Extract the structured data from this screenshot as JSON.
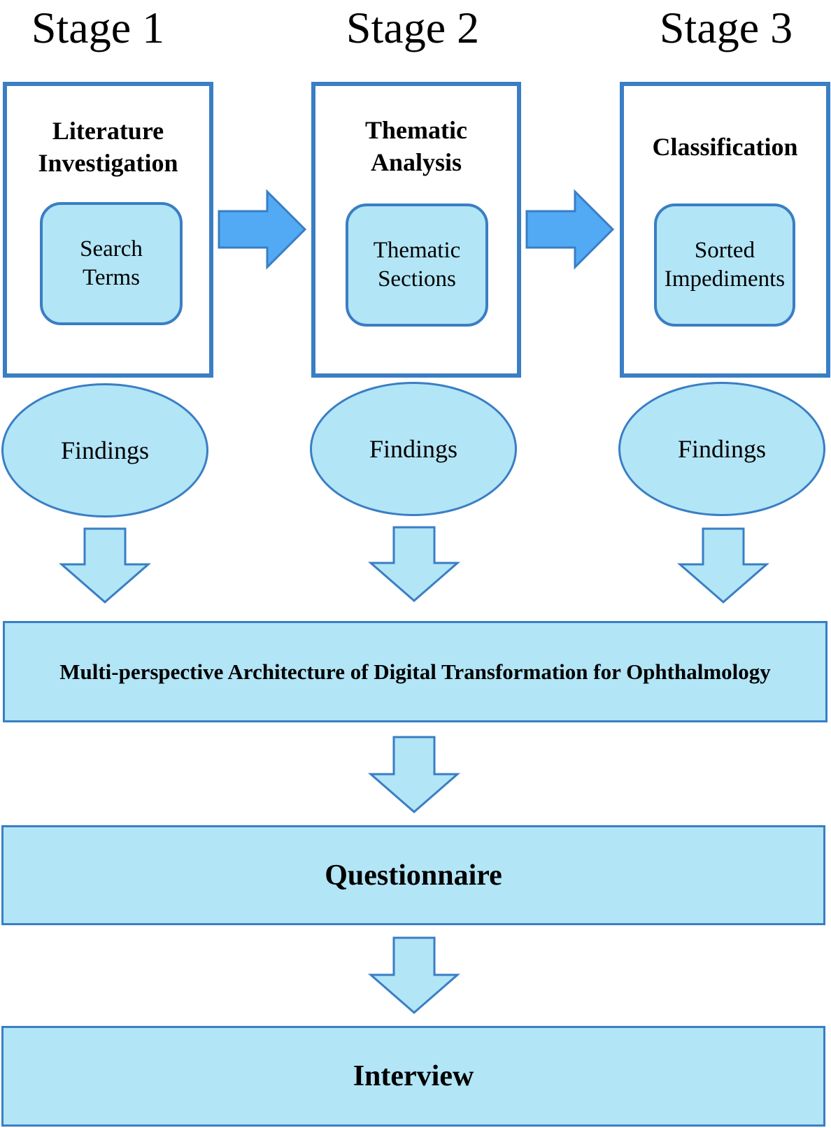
{
  "stages": [
    {
      "title": "Stage 1",
      "box_title": "Literature\nInvestigation",
      "inner": "Search\nTerms",
      "finding": "Findings"
    },
    {
      "title": "Stage 2",
      "box_title": "Thematic\nAnalysis",
      "inner": "Thematic\nSections",
      "finding": "Findings"
    },
    {
      "title": "Stage 3",
      "box_title": "Classification",
      "inner": "Sorted\nImpediments",
      "finding": "Findings"
    }
  ],
  "architecture": "Multi-perspective Architecture of Digital Transformation for Ophthalmology",
  "questionnaire": "Questionnaire",
  "interview": "Interview",
  "colors": {
    "outline": "#3a7ec4",
    "fill_light": "#b2e5f6",
    "arrow_right_fill": "#52aaf4"
  }
}
